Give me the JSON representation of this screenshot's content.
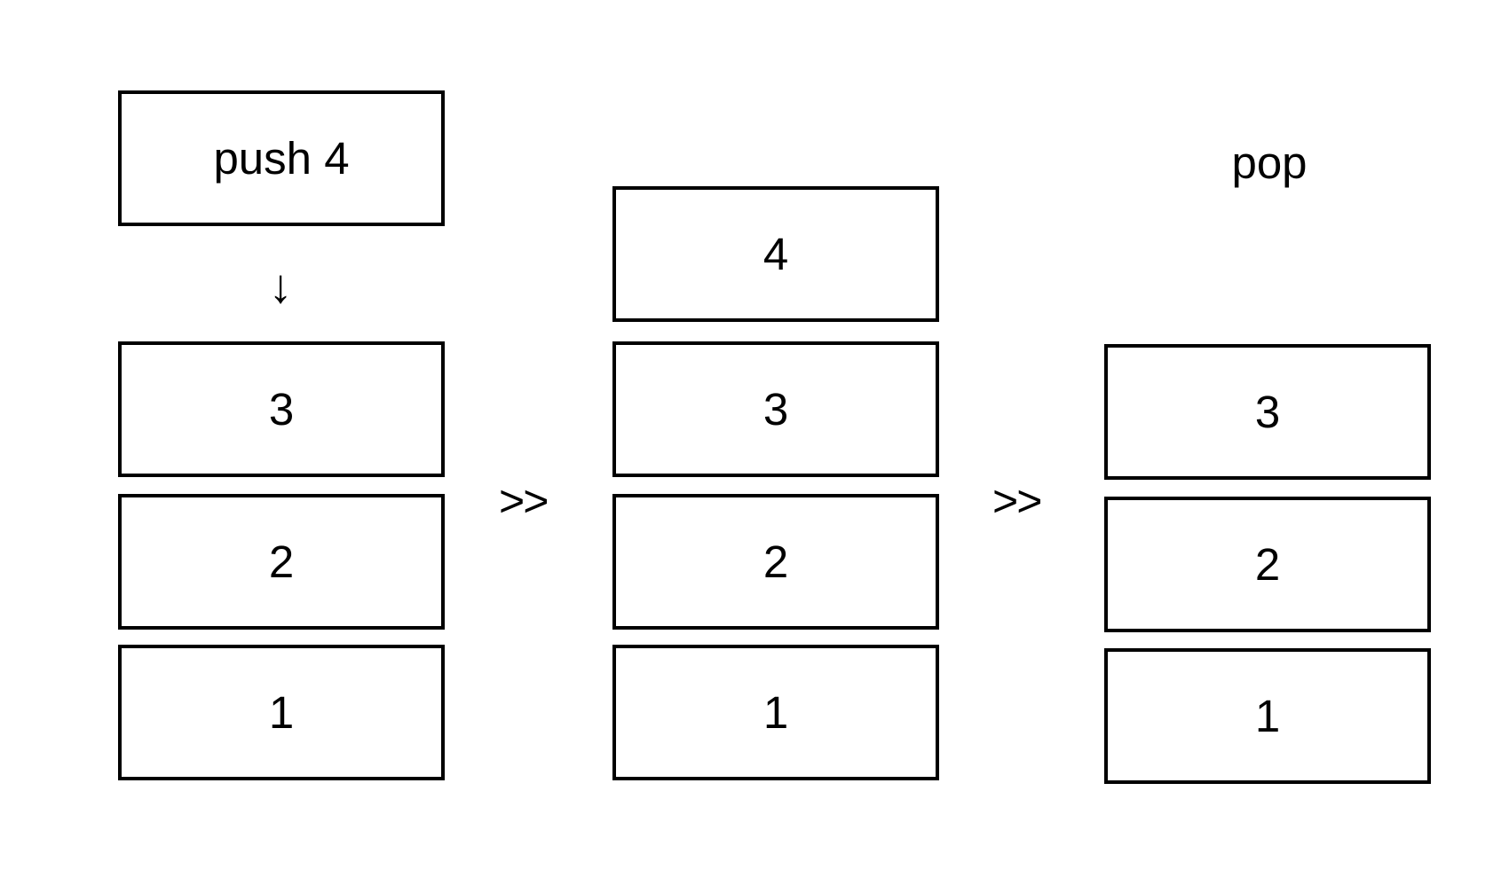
{
  "left_stack": {
    "operation": "push 4",
    "arrow": "↓",
    "items": [
      "3",
      "2",
      "1"
    ]
  },
  "middle_stack": {
    "items": [
      "4",
      "3",
      "2",
      "1"
    ]
  },
  "right_stack": {
    "operation": "pop",
    "items": [
      "3",
      "2",
      "1"
    ]
  },
  "separators": [
    ">>",
    ">>"
  ]
}
